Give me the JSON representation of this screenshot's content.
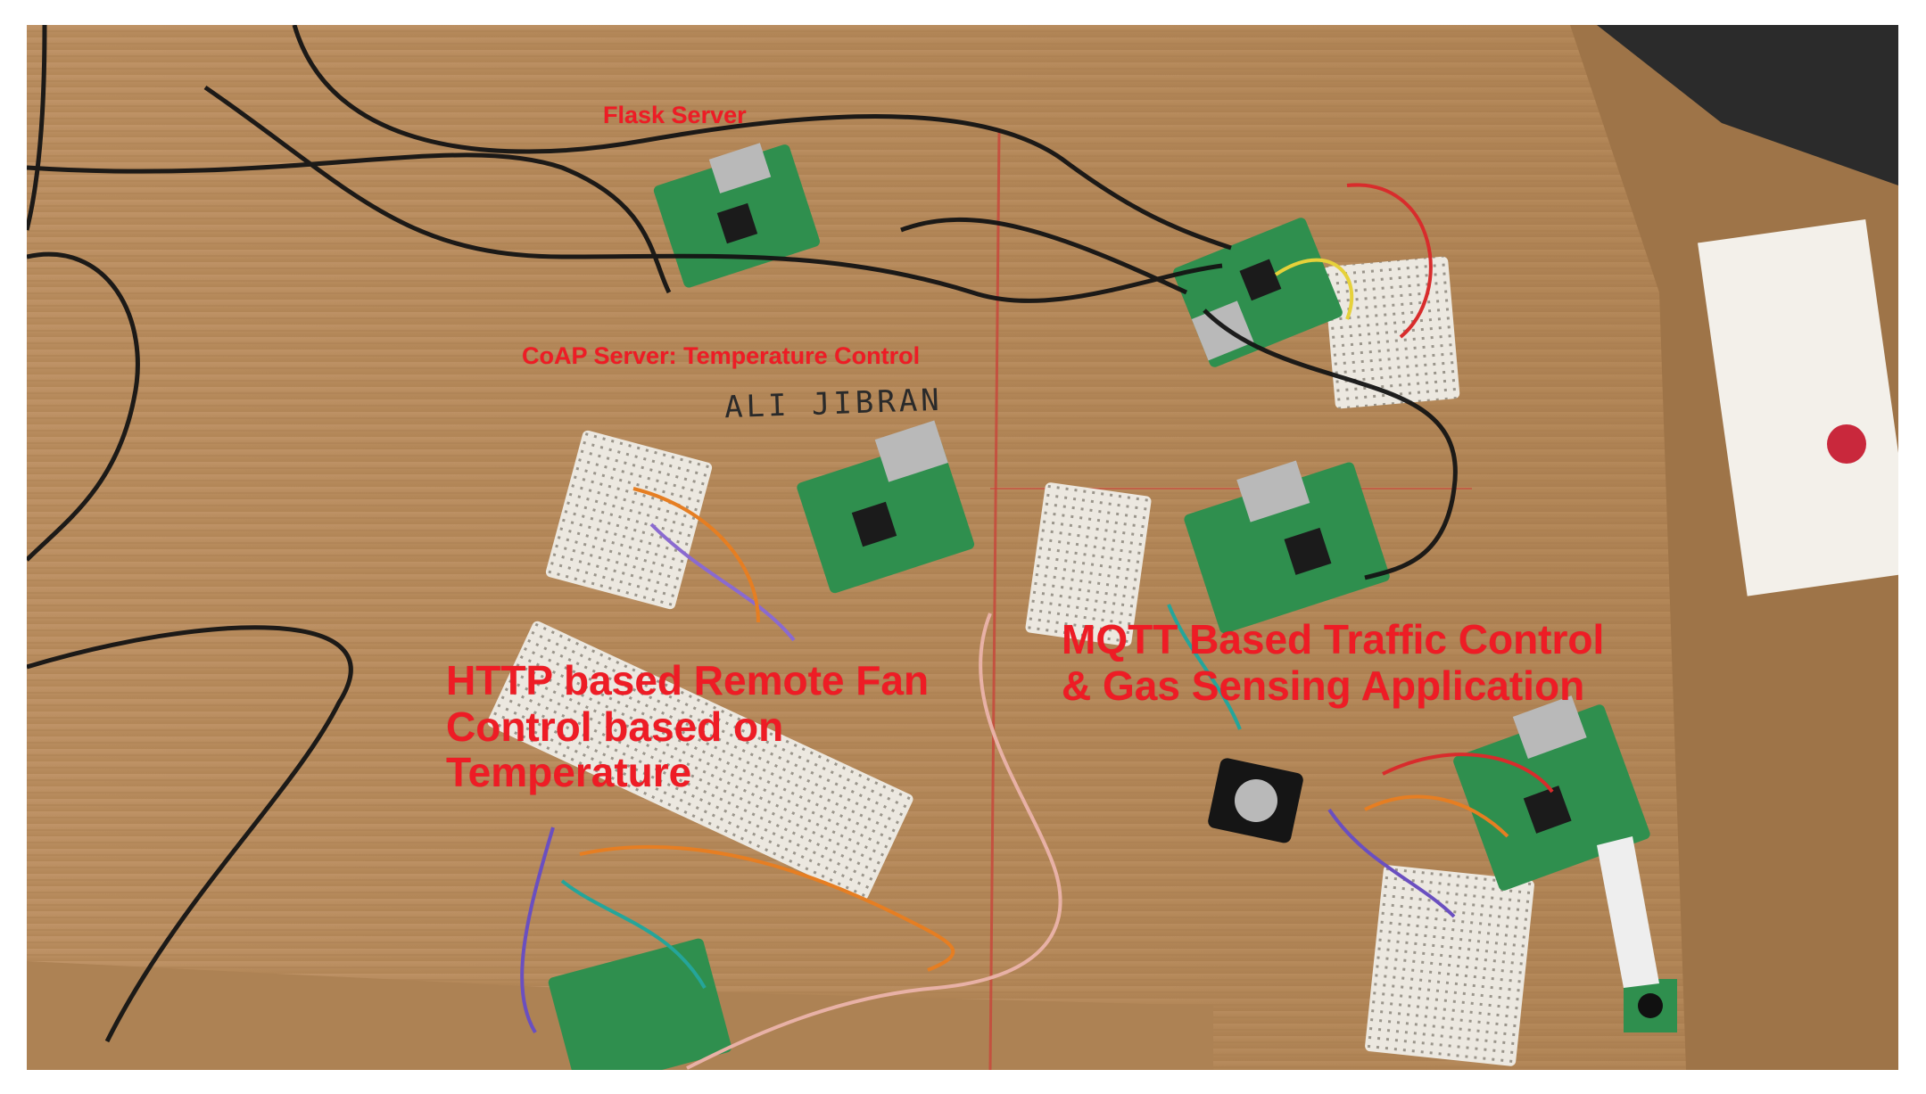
{
  "figure": {
    "labels": {
      "flask": "Flask Server",
      "coap": "CoAP Server: Temperature Control",
      "http": "HTTP based Remote Fan\nControl based on\nTemperature",
      "mqtt": "MQTT Based Traffic Control\n& Gas Sensing Application"
    },
    "handwriting": "ALI JIBRAN",
    "colors": {
      "label": "#ee1c25",
      "cardboard": "#b58b5b",
      "board": "#2f8f4e",
      "breadboard": "#ece8e0"
    }
  }
}
